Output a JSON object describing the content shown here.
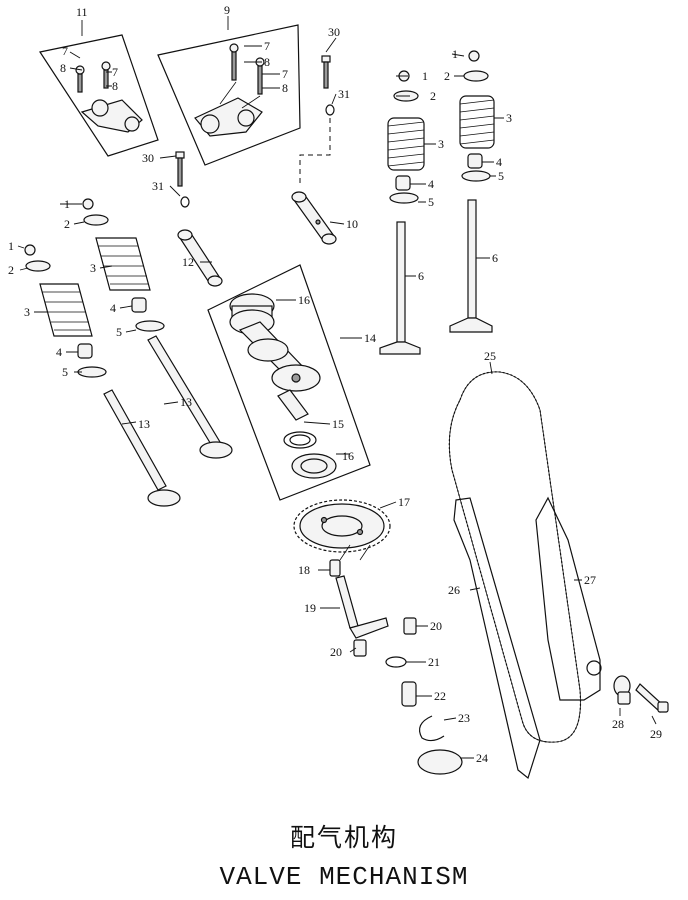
{
  "title_cn": "配气机构",
  "title_en": "VALVE MECHANISM",
  "callouts": {
    "c1": "1",
    "c2": "2",
    "c3": "3",
    "c4": "4",
    "c5": "5",
    "c6": "6",
    "c7": "7",
    "c8": "8",
    "c9": "9",
    "c10": "10",
    "c11": "11",
    "c12": "12",
    "c13": "13",
    "c14": "14",
    "c15": "15",
    "c16": "16",
    "c17": "17",
    "c18": "18",
    "c19": "19",
    "c20": "20",
    "c21": "21",
    "c22": "22",
    "c23": "23",
    "c24": "24",
    "c25": "25",
    "c26": "26",
    "c27": "27",
    "c28": "28",
    "c29": "29",
    "c30": "30",
    "c31": "31"
  }
}
